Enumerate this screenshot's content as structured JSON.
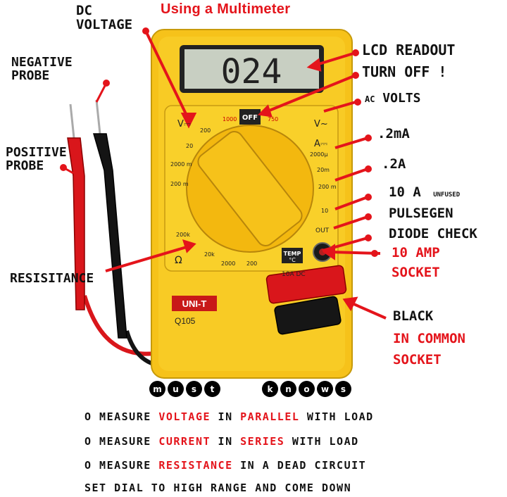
{
  "title": "Using a Multimeter",
  "device": {
    "lcd_value": "024",
    "brand": "UNI-T",
    "model": "Q105",
    "dial": {
      "off": "OFF",
      "v_dc": "V⎓",
      "v_ac": "V~",
      "amps": "A⎓",
      "ohm": "Ω",
      "temp": "TEMP",
      "temp_unit": "°C",
      "out": "OUT",
      "socket_label": "10A DC",
      "ranges_left": [
        "1000",
        "200",
        "20",
        "2000 m",
        "200 m",
        "200k",
        "20k",
        "2000",
        "200"
      ],
      "ranges_right": [
        "750",
        "2000µ",
        "20m",
        "200 m",
        "10"
      ]
    }
  },
  "labels": {
    "dc_voltage": [
      "DC",
      "VOLTAGE"
    ],
    "negative_probe": [
      "NEGATIVE",
      "PROBE"
    ],
    "positive_probe": [
      "POSITIVE",
      "PROBE"
    ],
    "resistance": "RESISITANCE",
    "lcd_readout": "LCD READOUT",
    "turn_off": "TURN OFF !",
    "ac_volts": [
      "AC",
      "VOLTS"
    ],
    "ma_2": ".2mA",
    "a_2": ".2A",
    "a_10": "10 A",
    "unfused": "UNFUSED",
    "pulsegen": "PULSEGEN",
    "diode_check": "DIODE CHECK",
    "amp_socket": [
      "10 AMP",
      "SOCKET"
    ],
    "black": "BLACK",
    "common_socket": [
      "IN COMMON",
      "SOCKET"
    ]
  },
  "must_knows": {
    "word1": [
      "m",
      "u",
      "s",
      "t"
    ],
    "word2": [
      "k",
      "n",
      "o",
      "w",
      "s"
    ]
  },
  "notes": [
    {
      "pre": "O MEASURE ",
      "hl1": "VOLTAGE",
      "mid": " IN ",
      "hl2": "PARALLEL",
      "post": " WITH LOAD"
    },
    {
      "pre": "O MEASURE ",
      "hl1": "CURRENT",
      "mid": " IN ",
      "hl2": "SERIES",
      "post": " WITH LOAD"
    },
    {
      "pre": "O MEASURE ",
      "hl1": "RESISTANCE",
      "mid": " IN A DEAD CIRCUIT",
      "hl2": "",
      "post": ""
    },
    {
      "pre": "SET DIAL TO HIGH RANGE AND COME DOWN",
      "hl1": "",
      "mid": "",
      "hl2": "",
      "post": ""
    }
  ],
  "colors": {
    "accent_red": "#e4141b",
    "meter_yellow": "#f6c21a",
    "dial_yellow": "#f9d02a",
    "probe_red": "#d9161b",
    "probe_black": "#141414"
  }
}
